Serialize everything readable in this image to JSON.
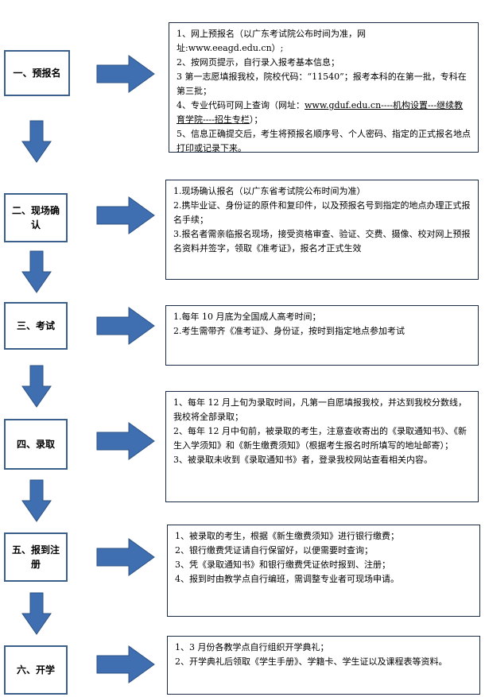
{
  "theme": {
    "arrow_fill": "#3f6fb0",
    "arrow_stroke": "#2b5185",
    "step_border": "#3a5f8a"
  },
  "steps": [
    {
      "title": "一、预报名",
      "lines": [
        {
          "text": "1、网上预报名（以广东考试院公布时间为准，网址:www.eeagd.edu.cn）;"
        },
        {
          "text": "2、按网页提示，自行录入报考基本信息；"
        },
        {
          "text": "3 第一志愿填报我校，院校代码：“11540”；报考本科的在第一批，专科在第三批；"
        },
        {
          "text_parts": [
            "4、专业代码可网上查询（网址：",
            "www.gduf.edu.cn----机构设置---继续教育学院----招生专栏",
            "）；"
          ]
        },
        {
          "text": "5、信息正确提交后，考生将预报名顺序号、个人密码、指定的正式报名地点打印或记录下来。"
        }
      ]
    },
    {
      "title": "二、现场确认",
      "lines": [
        {
          "text": "1.现场确认报名（以广东省考试院公布时间为准）"
        },
        {
          "text": "2.携毕业证、身份证的原件和复印件，以及预报名号到指定的地点办理正式报名手续；"
        },
        {
          "text": "3.报名者需亲临报名现场，接受资格审查、验证、交费、摄像、校对网上预报名资料并签字，领取《准考证》，报名才正式生效"
        }
      ]
    },
    {
      "title": "三、考试",
      "lines": [
        {
          "text": "1.每年 10 月底为全国成人高考时间；"
        },
        {
          "text": "2.考生需带齐《准考证》、身份证，按时到指定地点参加考试"
        }
      ]
    },
    {
      "title": "四、录取",
      "lines": [
        {
          "text": "1、每年 12 月上旬为录取时间，凡第一自愿填报我校，并达到我校分数线，我校将全部录取；"
        },
        {
          "text": "2、每年 12 月中旬前，被录取的考生，注意查收寄出的《录取通知书》、《新生入学须知》和《新生缴费须知》（根据考生报名时所填写的地址邮寄）；"
        },
        {
          "text": "3、被录取未收到《录取通知书》者，登录我校网站查看相关内容。"
        }
      ]
    },
    {
      "title": "五、报到注册",
      "lines": [
        {
          "text": "1、被录取的考生，根据《新生缴费须知》进行银行缴费；"
        },
        {
          "text": "2、银行缴费凭证请自行保留好，以便需要时查询；"
        },
        {
          "text": "3、凭《录取通知书》和银行缴费凭证依时报到、注册；"
        },
        {
          "text": "4、报到时由教学点自行编班，需调整专业者可现场申请。"
        }
      ]
    },
    {
      "title": "六、开学",
      "lines": [
        {
          "text": "1、3 月份各教学点自行组织开学典礼；"
        },
        {
          "text": "2、开学典礼后领取《学生手册》、学籍卡、学生证以及课程表等资料。"
        }
      ]
    }
  ]
}
